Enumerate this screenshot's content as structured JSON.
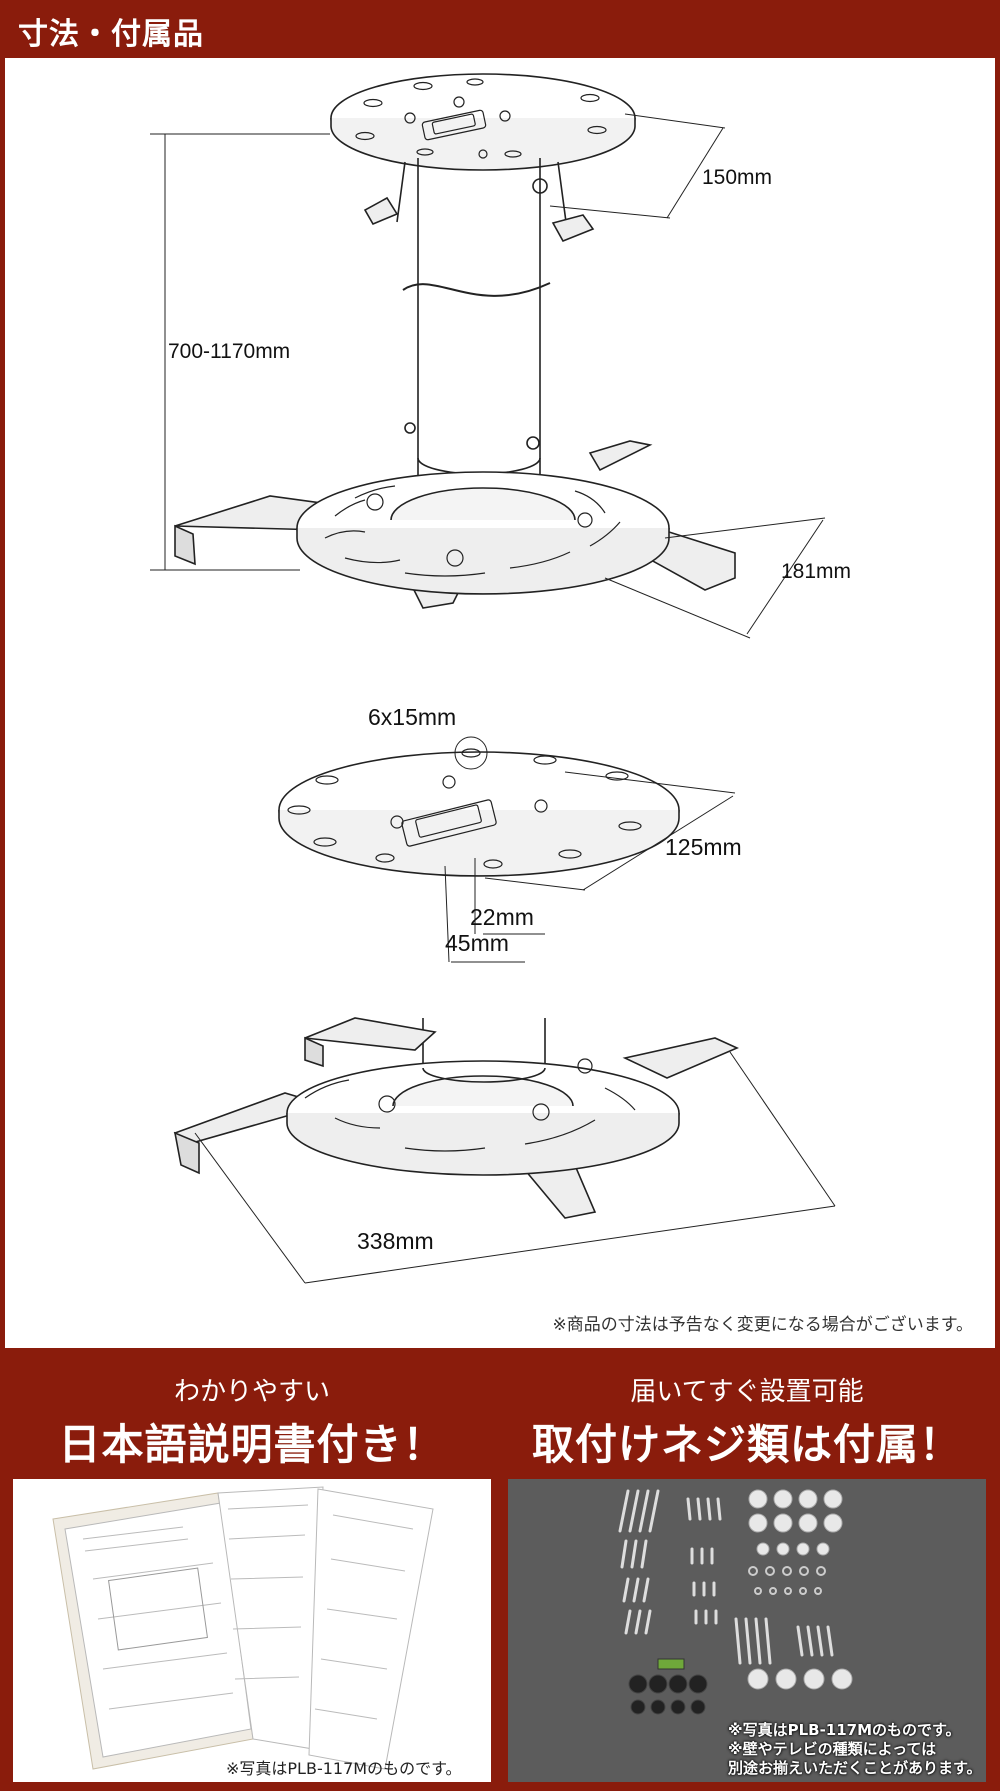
{
  "header": {
    "title": "寸法・付属品"
  },
  "dimensions": {
    "top_plate_diameter": "150mm",
    "height_range": "700-1170mm",
    "mount_plate_width": "181mm",
    "slot_size": "6x15mm",
    "hole_spacing": "125mm",
    "inner_width": "22mm",
    "inner_length": "45mm",
    "arm_span": "338mm"
  },
  "notes": {
    "size_change": "※商品の寸法は予告なく変更になる場合がございます。"
  },
  "cards": {
    "manual": {
      "subtitle": "わかりやすい",
      "title": "日本語説明書付き！",
      "photo_note": "※写真はPLB-117Mのものです。"
    },
    "screws": {
      "subtitle": "届いてすぐ設置可能",
      "title": "取付けネジ類は付属！",
      "photo_note_1": "※写真はPLB-117Mのものです。",
      "photo_note_2": "※壁やテレビの種類によっては",
      "photo_note_3": "別途お揃えいただくことがあります。"
    }
  },
  "colors": {
    "brand": "#8a1c0c",
    "panel": "#ffffff"
  }
}
